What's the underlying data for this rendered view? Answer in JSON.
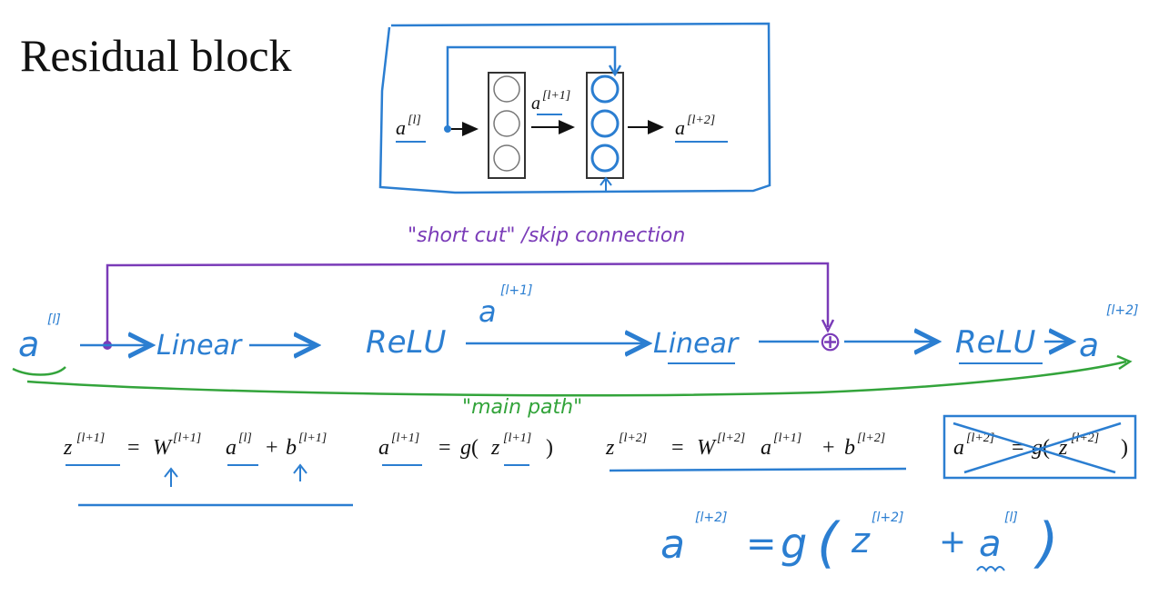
{
  "title": "Residual block",
  "colors": {
    "blue": "#2b7ed1",
    "purple": "#7a3bb8",
    "green": "#33a43b",
    "black": "#111111",
    "gray": "#999999"
  },
  "block_diagram": {
    "input": "a",
    "input_sup": "[l]",
    "middle": "a",
    "middle_sup": "[l+1]",
    "output": "a",
    "output_sup": "[l+2]",
    "layer1_units": 3,
    "layer2_units": 3
  },
  "annotations": {
    "shortcut": "\"short cut\" /skip connection",
    "main_path": "\"main path\""
  },
  "main_path": {
    "start": "a",
    "start_sup": "[l]",
    "linear1": "Linear",
    "relu1": "ReLU",
    "relu1_out": "a",
    "relu1_out_sup": "[l+1]",
    "linear2": "Linear",
    "plus": "⊕",
    "relu2": "ReLU",
    "end": "a",
    "end_sup": "[l+2]"
  },
  "equations": {
    "eq1": {
      "lhs": "z",
      "lhs_sup": "[l+1]",
      "w": "W",
      "w_sup": "[l+1]",
      "a": "a",
      "a_sup": "[l]",
      "b": "b",
      "b_sup": "[l+1]"
    },
    "eq2": {
      "lhs": "a",
      "lhs_sup": "[l+1]",
      "z": "z",
      "z_sup": "[l+1]"
    },
    "eq3": {
      "lhs": "z",
      "lhs_sup": "[l+2]",
      "w": "W",
      "w_sup": "[l+2]",
      "a": "a",
      "a_sup": "[l+1]",
      "b": "b",
      "b_sup": "[l+2]"
    },
    "eq4": {
      "lhs": "a",
      "lhs_sup": "[l+2]",
      "z": "z",
      "z_sup": "[l+2]"
    },
    "eq_final": {
      "lhs": "a",
      "lhs_sup": "[l+2]",
      "g": "g",
      "z": "z",
      "z_sup": "[l+2]",
      "a": "a",
      "a_sup": "[l]"
    }
  }
}
